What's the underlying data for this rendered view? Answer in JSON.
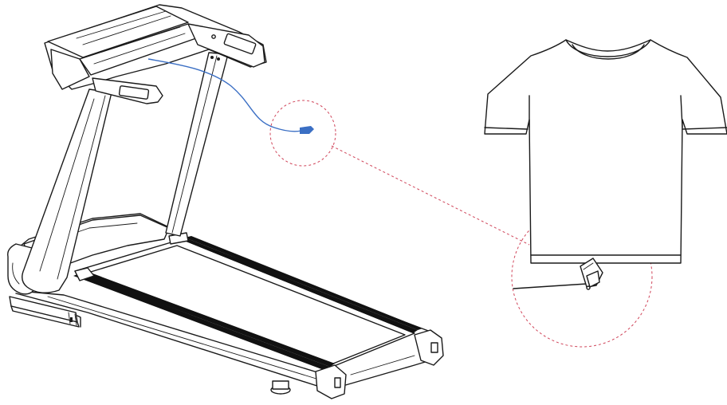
{
  "colors": {
    "line": "#1a1a1a",
    "safety_cord": "#3b6fc4",
    "callout": "#d0455a",
    "background": "#ffffff"
  },
  "illustration": {
    "subject": "treadmill",
    "detail_subject": "t-shirt",
    "callout_style": "dashed"
  }
}
